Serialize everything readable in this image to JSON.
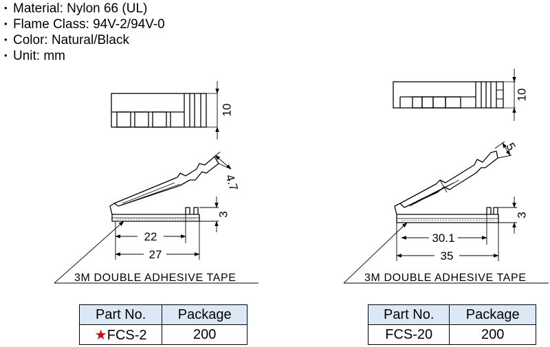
{
  "specs": [
    "Material: Nylon 66 (UL)",
    "Flame Class: 94V-2/94V-0",
    "Color: Natural/Black",
    "Unit: mm"
  ],
  "left": {
    "dims": {
      "height_top": "10",
      "tilt": "4.7",
      "side": "3",
      "inner": "22",
      "outer": "27"
    },
    "tape_label": "3M DOUBLE ADHESIVE TAPE",
    "table": {
      "headers": [
        "Part No.",
        "Package"
      ],
      "part_no": "FCS-2",
      "package": "200",
      "starred": true
    }
  },
  "right": {
    "dims": {
      "height_top": "10",
      "tilt": "5",
      "side": "3",
      "inner": "30.1",
      "outer": "35"
    },
    "tape_label": "3M DOUBLE ADHESIVE TAPE",
    "table": {
      "headers": [
        "Part No.",
        "Package"
      ],
      "part_no": "FCS-20",
      "package": "200"
    }
  },
  "colors": {
    "star": "#e00000",
    "table_header_bg": "#dbe9f6"
  }
}
